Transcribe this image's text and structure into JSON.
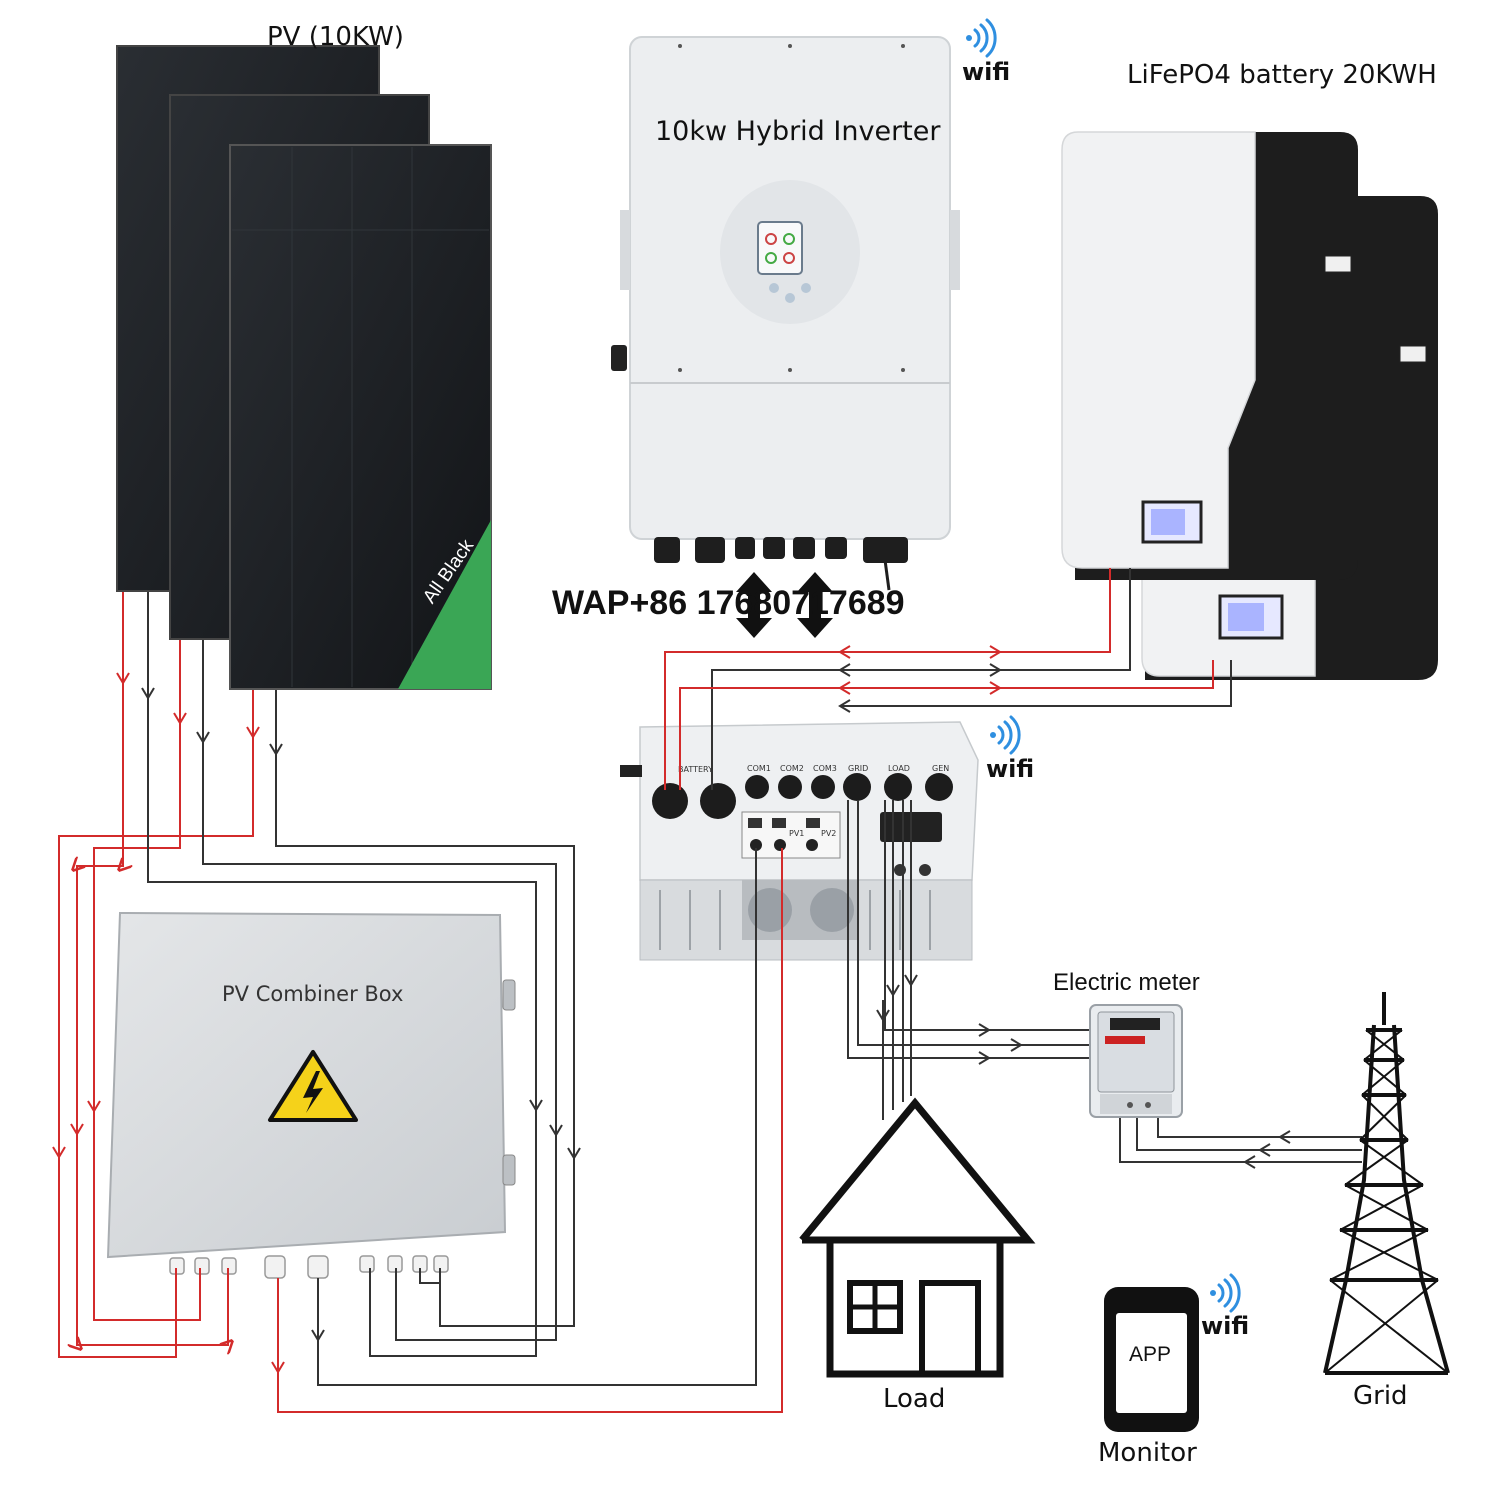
{
  "labels": {
    "pv": "PV (10KW)",
    "inverter": "10kw Hybrid Inverter",
    "battery": "LiFePO4 battery 20KWH",
    "wifi": "wifi",
    "watermark": "WAP+86 17680717689",
    "combiner": "PV Combiner Box",
    "meter": "Electric meter",
    "load": "Load",
    "grid": "Grid",
    "app": "APP",
    "monitor": "Monitor",
    "panel_tag": "All Black"
  },
  "port_labels": [
    "BATTERY",
    "COM1",
    "COM2",
    "COM3",
    "GRID",
    "LOAD",
    "GEN",
    "PV1",
    "PV2"
  ],
  "colors": {
    "positive_wire": "#d32b2b",
    "negative_wire": "#333333",
    "panel": "#1b1e22",
    "panel_badge": "#3aa655",
    "device_body": "#ebedef",
    "battery_dark": "#1a1a1a",
    "wifi_icon": "#2f8fe0",
    "warning": "#f5d21a"
  }
}
